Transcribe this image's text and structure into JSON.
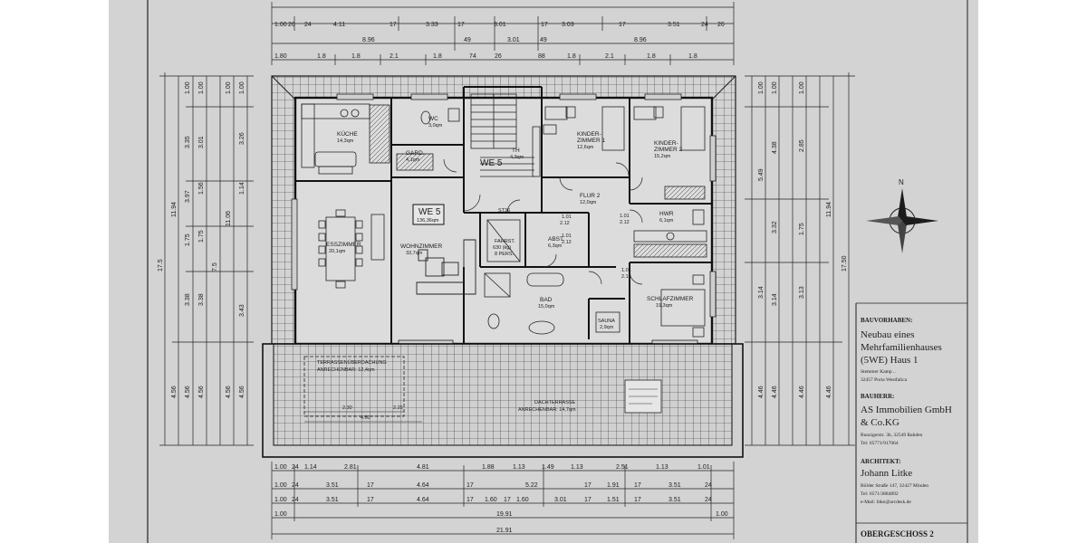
{
  "dimensions": {
    "top": {
      "row1": [
        "1.00",
        "26",
        "24",
        "4.11",
        "17",
        "3.33",
        "17",
        "3.01",
        "17",
        "3.03",
        "17",
        "3.51",
        "24",
        "26"
      ],
      "row2": [
        "8.96",
        "49",
        "3.01",
        "49",
        "8.96"
      ],
      "row3": [
        "1.80",
        "1.8",
        "1.8",
        "2.1",
        "1.8",
        "74",
        "26",
        "88",
        "1.8",
        "2.1",
        "1.8",
        "1.8"
      ]
    },
    "bottom": {
      "row1": [
        "1.00",
        "24",
        "1.14",
        "2.81",
        "4.81",
        "1.88",
        "1.13",
        "1.49",
        "1.13",
        "2.51",
        "1.13",
        "1.01"
      ],
      "row2": [
        "1.00",
        "24",
        "3.51",
        "17",
        "4.64",
        "17",
        "5.22",
        "17",
        "1.91",
        "17",
        "3.51",
        "24"
      ],
      "row3": [
        "1.00",
        "24",
        "3.51",
        "17",
        "4.64",
        "17",
        "1.60",
        "17",
        "1.60",
        "3.01",
        "17",
        "1.51",
        "17",
        "3.51",
        "24"
      ],
      "row4": [
        "1.00",
        "19.91",
        "1.00"
      ],
      "total": "21.91"
    },
    "left": {
      "total": "17.5",
      "upper": "11.94",
      "lower": "4.56",
      "chain": [
        "1.00",
        "3.35",
        "3.97",
        "1.75",
        "3.38",
        "4.56"
      ],
      "chain2": [
        "1.00",
        "3.01",
        "1.56",
        "1.75",
        "7.5",
        "3.38",
        "4.56"
      ],
      "chain3": [
        "1.00",
        "11.06",
        "4.56"
      ],
      "chain4": [
        "1.00",
        "3.26",
        "1.14",
        "3.43",
        "4.56"
      ]
    },
    "right": {
      "total": "17.50",
      "upper": "11.94",
      "lower": "4.46",
      "chain": [
        "1.00",
        "4.38",
        "3.32",
        "3.14",
        "4.46"
      ],
      "chain2": [
        "1.00",
        "5.49",
        "3.14",
        "4.46"
      ],
      "chain3": [
        "1.00",
        "2.85",
        "1.75",
        "3.13",
        "4.46"
      ]
    }
  },
  "rooms": {
    "kueche": {
      "name": "KÜCHE",
      "area": "14,3qm"
    },
    "wc": {
      "name": "WC",
      "area": "3,0qm"
    },
    "gard": {
      "name": "GARD.",
      "area": "4,1qm"
    },
    "th": {
      "name": "TH",
      "area": "4,3qm"
    },
    "we5_th": "WE 5",
    "kinder1": {
      "name": "KINDER-\nZIMMER 1",
      "line1": "KINDER-",
      "line2": "ZIMMER 1",
      "area": "12,6qm"
    },
    "kinder2": {
      "name": "KINDER-\nZIMMER 2",
      "line1": "KINDER-",
      "line2": "ZIMMER 2",
      "area": "15,2qm"
    },
    "flur": {
      "name": "FLUR 2",
      "area": "12,0qm"
    },
    "hwr": {
      "name": "HWR",
      "area": "6,1qm"
    },
    "we5_main": {
      "name": "WE 5",
      "area": "136,36qm"
    },
    "essen": {
      "name": "ESSZIMMER",
      "area": "20,1qm"
    },
    "wohn": {
      "name": "WOHNZIMMER",
      "area": "33,7qm"
    },
    "fahrst": {
      "name": "FAHRST.",
      "line2": "630 (kg)",
      "line3": "8 PERS."
    },
    "abst": {
      "name": "ABST.",
      "area": "6,3qm"
    },
    "bad": {
      "name": "BAD",
      "area": "15,0qm"
    },
    "sauna": {
      "name": "SAUNA",
      "area": "2,9qm"
    },
    "schlaf": {
      "name": "SCHLAFZIMMER",
      "area": "19,3qm"
    },
    "terrasse1": {
      "name": "TERRASSENÜBERDACHUNG",
      "note": "ANRECHENBAR: 12,4qm"
    },
    "terrasse2": {
      "name": "DACHTERRASSE",
      "note": "ANRECHENBAR: 14,7qm"
    },
    "stair_tag": "ST36",
    "door_tags": [
      "1.01",
      "2.12",
      "1.01",
      "2.12",
      "1.01",
      "2.12",
      "1.01",
      "2.12"
    ]
  },
  "terrace_dims": [
    "2.30",
    "2.25",
    "4.60"
  ],
  "title_block": {
    "bauvorhaben_label": "BAUVORHABEN:",
    "project_line1": "Neubau eines",
    "project_line2": "Mehrfamilienhauses",
    "project_line3": "(5WE) Haus 1",
    "project_addr1": "Stemmer Kamp ..",
    "project_addr2": "32457 Porta Westfalica",
    "bauherr_label": "BAUHERR:",
    "bauherr_line1": "AS Immobilien GmbH",
    "bauherr_line2": "& Co.KG",
    "bauherr_addr1": "Bunzigerstr. 3b, 32549 Rahden",
    "bauherr_addr2": "Tel: 05771/917064",
    "architekt_label": "ARCHITEKT:",
    "architekt_name": "Johann Litke",
    "architekt_addr1": "Bölder Straße 147, 32427 Minden",
    "architekt_addr2": "Tel: 0571/3884892",
    "architekt_addr3": "e-Mail: litke@arcdesk.de",
    "sheet": "OBERGESCHOSS 2"
  },
  "compass": {
    "label": "N"
  },
  "colors": {
    "paper": "#d3d3d3",
    "line": "#1c1c1c",
    "margin": "#ffffff"
  }
}
